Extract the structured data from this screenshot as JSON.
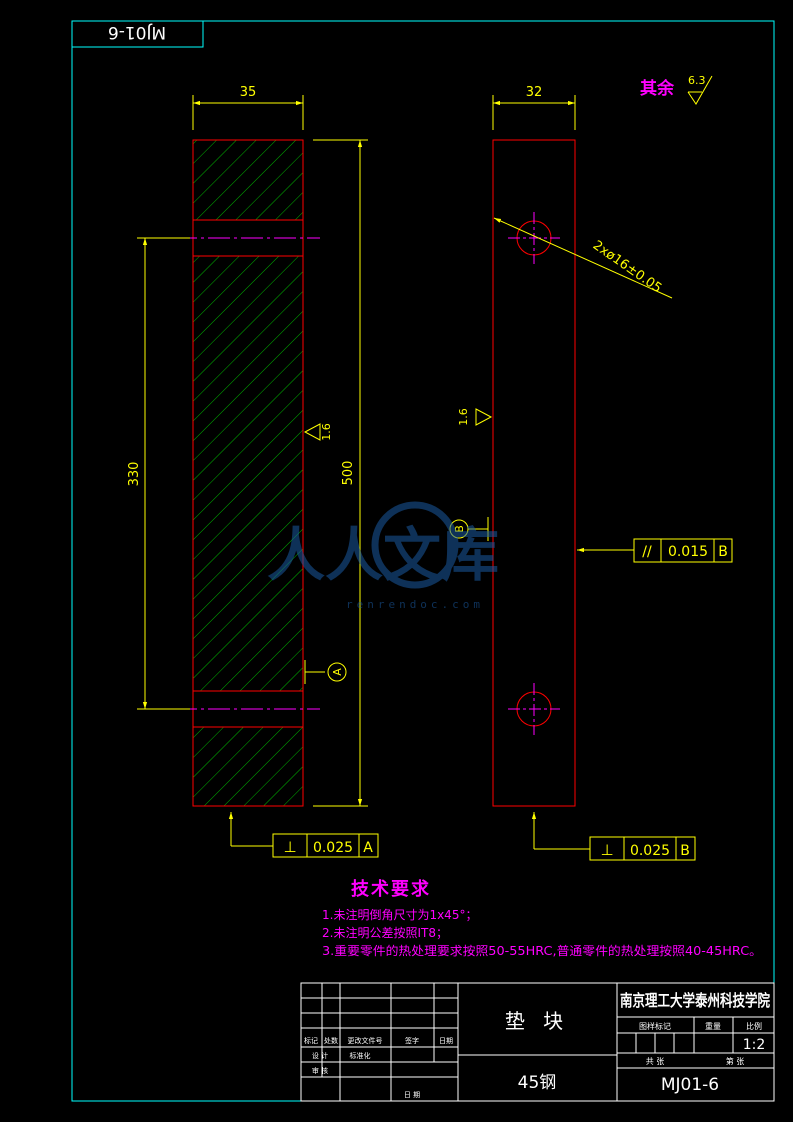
{
  "drawing_number_rotated": "MJ01-6",
  "surface_finish_general": {
    "label": "其余",
    "value": "6.3"
  },
  "dimensions": {
    "left_width": "35",
    "right_width": "32",
    "hole_spacing": "330",
    "total_length": "500",
    "hole_callout": "2xø16±0.05"
  },
  "roughness": {
    "left_face": "1.6",
    "right_face": "1.6"
  },
  "datums": {
    "a": "A",
    "b": "B"
  },
  "tolerances": {
    "parallel": {
      "symbol": "//",
      "value": "0.015",
      "datum": "B"
    },
    "perp_left": {
      "symbol": "⊥",
      "value": "0.025",
      "datum": "A"
    },
    "perp_right": {
      "symbol": "⊥",
      "value": "0.025",
      "datum": "B"
    }
  },
  "tech_requirements": {
    "title": "技术要求",
    "items": [
      "1.未注明倒角尺寸为1x45°；",
      "2.未注明公差按照IT8；",
      "3.重要零件的热处理要求按照50-55HRC,普通零件的热处理按照40-45HRC。"
    ]
  },
  "title_block": {
    "part_name": "垫 块",
    "material": "45钢",
    "school": "南京理工大学泰州科技学院",
    "scale_value": "1:2",
    "drawing_number": "MJ01-6",
    "headers": {
      "stage_mark": "图样标记",
      "weight": "重量",
      "scale": "比例",
      "sheets_total": "共 张",
      "sheet_no": "第 张",
      "mark": "标记",
      "count": "处数",
      "change_doc": "更改文件号",
      "signature": "签字",
      "date": "日期",
      "designer": "设 计",
      "standardization": "标准化",
      "review": "审 核",
      "date2": "日 期"
    }
  },
  "watermark": {
    "text": "人人文库",
    "url": "renrendoc.com"
  },
  "colors": {
    "border": "#00ffff",
    "outline": "#ff0000",
    "dimension": "#ffff00",
    "centerline": "#ff00ff",
    "hatch": "#00c000",
    "title_text": "#ffffff",
    "tech_text": "#ff00ff"
  }
}
